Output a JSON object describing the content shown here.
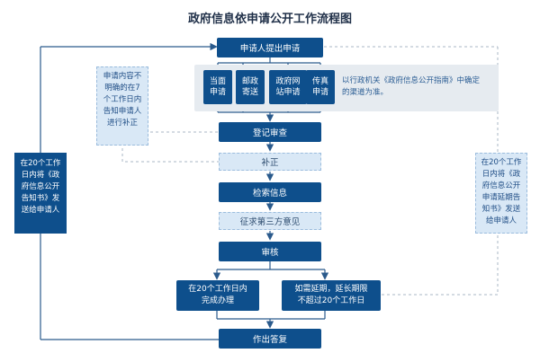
{
  "title": "政府信息依申请公开工作流程图",
  "steps": {
    "apply": "申请人提出申请",
    "register": "登记审查",
    "correct": "补正",
    "search": "检索信息",
    "third_party": "征求第三方意见",
    "review": "审核",
    "done_in_time": "在20个工作日内\n完成办理",
    "extend": "如需延期，延长期限\n不超过20个工作日",
    "reply": "作出答复"
  },
  "channels": [
    {
      "label": "当面\n申请"
    },
    {
      "label": "邮政\n寄送"
    },
    {
      "label": "政府网\n站申请"
    },
    {
      "label": "传真\n申请"
    }
  ],
  "channel_note": "以行政机关《政府信息公开指南》中确定的渠道为准。",
  "notes": {
    "unclear": "申请内容不明确的在7个工作日内告知申请人进行补正",
    "notice_left": "在20个工作日内将《政府信息公开告知书》发送给申请人",
    "notice_right": "在20个工作日内将《政府信息公开申请延期告知书》发送给申请人"
  },
  "colors": {
    "dark": "#0e4f8c",
    "light": "#d9e8f6",
    "line": "#2a5a8c",
    "dash": "#aab7c4"
  }
}
